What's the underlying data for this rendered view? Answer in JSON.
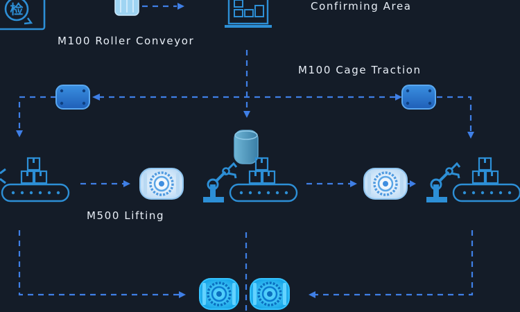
{
  "labels": {
    "confirming_area": "Confirming Area",
    "roller_conveyor": "M100 Roller Conveyor",
    "cage_traction": "M100 Cage Traction",
    "lifting": "M500 Lifting"
  },
  "icons": {
    "inspection_stamp_glyph": "检"
  },
  "colors": {
    "background": "#141c28",
    "flow_line": "#3f7fe6",
    "icon_blue": "#2d8fd6",
    "bright_cyan": "#19b2f0"
  }
}
